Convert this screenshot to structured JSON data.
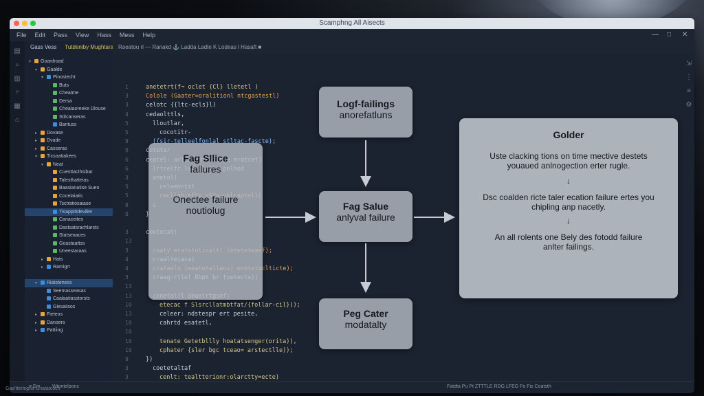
{
  "window": {
    "title": "Scamphng All Aisects"
  },
  "menu": [
    "File",
    "Edit",
    "Pass",
    "View",
    "Hass",
    "Mess",
    "Help"
  ],
  "window_controls": [
    "—",
    "□",
    "✕"
  ],
  "sidebar": {
    "header": [
      "Gass Vess",
      "Tutdeniby Mughtarar"
    ],
    "root": "Goardroad",
    "items": [
      {
        "label": "Gaalde",
        "depth": 1,
        "color": "#e8a33c",
        "chev": "▾"
      },
      {
        "label": "Pinostecht",
        "depth": 2,
        "color": "#3c8fe0",
        "chev": "▾"
      },
      {
        "label": "Buts",
        "depth": 3,
        "color": "#5fb86a",
        "chev": ""
      },
      {
        "label": "Cheatme",
        "depth": 3,
        "color": "#5fb86a",
        "chev": ""
      },
      {
        "label": "Dersa",
        "depth": 3,
        "color": "#5fb86a",
        "chev": ""
      },
      {
        "label": "Cheataoreeke Dlouse",
        "depth": 3,
        "color": "#5fb86a",
        "chev": ""
      },
      {
        "label": "Stitcanseras",
        "depth": 3,
        "color": "#5fb86a",
        "chev": ""
      },
      {
        "label": "Bantuss",
        "depth": 3,
        "color": "#3c8fe0",
        "chev": ""
      },
      {
        "label": "Dovase",
        "depth": 1,
        "color": "#e8a33c",
        "chev": "▸"
      },
      {
        "label": "Dvade",
        "depth": 1,
        "color": "#e8a33c",
        "chev": "▸"
      },
      {
        "label": "Casseras",
        "depth": 1,
        "color": "#e8a33c",
        "chev": "▸"
      },
      {
        "label": "Ticsoattakees",
        "depth": 1,
        "color": "#e8a33c",
        "chev": "▾"
      },
      {
        "label": "Neat",
        "depth": 2,
        "color": "#e8a33c",
        "chev": "▾"
      },
      {
        "label": "Cuesttacthsibar",
        "depth": 3,
        "color": "#e8a33c",
        "chev": ""
      },
      {
        "label": "Talesthatteias",
        "depth": 3,
        "color": "#e8a33c",
        "chev": ""
      },
      {
        "label": "Baasianatise Suen",
        "depth": 3,
        "color": "#e8a33c",
        "chev": ""
      },
      {
        "label": "Cocelaiatis",
        "depth": 3,
        "color": "#e8a33c",
        "chev": ""
      },
      {
        "label": "Tsctratiosaiase",
        "depth": 3,
        "color": "#e8a33c",
        "chev": ""
      },
      {
        "label": "Tisappittdevilite",
        "depth": 3,
        "color": "#3c8fe0",
        "chev": "",
        "selected": true
      },
      {
        "label": "Canaceites",
        "depth": 3,
        "color": "#5fb86a",
        "chev": ""
      },
      {
        "label": "Dastsatsrachlarsts",
        "depth": 3,
        "color": "#5fb86a",
        "chev": ""
      },
      {
        "label": "Statseaaces",
        "depth": 3,
        "color": "#5fb86a",
        "chev": ""
      },
      {
        "label": "Geastaattss",
        "depth": 3,
        "color": "#5fb86a",
        "chev": ""
      },
      {
        "label": "Uneestaraas",
        "depth": 3,
        "color": "#5fb86a",
        "chev": ""
      },
      {
        "label": "Hats",
        "depth": 2,
        "color": "#e8a33c",
        "chev": "▸"
      },
      {
        "label": "Ramigrt",
        "depth": 2,
        "color": "#3c8fe0",
        "chev": "▸"
      },
      {
        "label": "",
        "depth": 0,
        "color": "",
        "chev": ""
      },
      {
        "label": "Riatsteness",
        "depth": 1,
        "color": "#3c8fe0",
        "chev": "▾",
        "selected": true
      },
      {
        "label": "Seemasseasas",
        "depth": 2,
        "color": "#3c8fe0",
        "chev": ""
      },
      {
        "label": "Caalaatiasstorsts",
        "depth": 2,
        "color": "#3c8fe0",
        "chev": ""
      },
      {
        "label": "Giesaiisos",
        "depth": 2,
        "color": "#3c8fe0",
        "chev": ""
      },
      {
        "label": "Fieteos",
        "depth": 1,
        "color": "#e8a33c",
        "chev": "▸"
      },
      {
        "label": "Danoers",
        "depth": 1,
        "color": "#e8a33c",
        "chev": "▸"
      },
      {
        "label": "Pattiing",
        "depth": 1,
        "color": "#3c8fe0",
        "chev": "▸"
      }
    ]
  },
  "tabs": "Raeatou  rl  —  Ranakd  ⚓  Ladda  Ladte  K  Lodeas  l  Hasaft  ■",
  "code_lines": [
    {
      "ln": "1",
      "text": "anetetrt(f¬ oclet {Cl} lletetl )",
      "color": "#d9c98a",
      "indent": 0
    },
    {
      "ln": "3",
      "text": "Colole (Gaater=oralitionl ntcgastestl)",
      "color": "#e0a852",
      "indent": 0
    },
    {
      "ln": "3",
      "text": "celotc {{ltc-ecls}l)",
      "color": "#c9d1dc",
      "indent": 0
    },
    {
      "ln": "4",
      "text": "cedaolttls,",
      "color": "#c9d1dc",
      "indent": 0
    },
    {
      "ln": "5",
      "text": "lloutlar,",
      "color": "#c9d1dc",
      "indent": 1
    },
    {
      "ln": "5",
      "text": "cocotitr-",
      "color": "#c9d1dc",
      "indent": 2
    },
    {
      "ln": "9",
      "text": "({sir-telleelfonlal stltac-fascte);",
      "color": "#8ec6ff",
      "indent": 1
    },
    {
      "ln": "0",
      "text": "cetoter",
      "color": "#c9d1dc",
      "indent": 0
    },
    {
      "ln": "6",
      "text": "ceatel: arlen {afdutesne eratcet)",
      "color": "#c9d1dc",
      "indent": 0
    },
    {
      "ln": "6",
      "text": "lrtcelfc lel llally pelhed",
      "color": "#c9d1dc",
      "indent": 1
    },
    {
      "ln": "3",
      "text": "anetol(",
      "color": "#c9d1dc",
      "indent": 1
    },
    {
      "ln": "5",
      "text": "celaeortit",
      "color": "#c9d1dc",
      "indent": 2
    },
    {
      "ln": "5",
      "text": "cacllahiefty  =Stsicolraptel))",
      "color": "#f0b36a",
      "indent": 2
    },
    {
      "ln": "8",
      "text": "c",
      "color": "#c9d1dc",
      "indent": 1
    },
    {
      "ln": "9",
      "text": "}",
      "color": "#c9d1dc",
      "indent": 0
    },
    {
      "ln": "",
      "text": "",
      "color": "#c9d1dc",
      "indent": 0
    },
    {
      "ln": "3",
      "text": "coetecat(",
      "color": "#c9d1dc",
      "indent": 0
    },
    {
      "ln": "13",
      "text": "",
      "color": "#c9d1dc",
      "indent": 0
    },
    {
      "ln": "3",
      "text": "caaty eratotolicalt(  leteteteasf);",
      "color": "#e0a852",
      "indent": 1
    },
    {
      "ln": "4",
      "text": "craalteiaca(",
      "color": "#c9d1dc",
      "indent": 1
    },
    {
      "ln": "4",
      "text": "crafaelo (eeatetallacs) eretetaclticte);",
      "color": "#e0a852",
      "indent": 1
    },
    {
      "ln": "3",
      "text": "craag-rtlel  Bbpt  br toetecte))",
      "color": "#c9d1dc",
      "indent": 1
    },
    {
      "ln": "13",
      "text": "",
      "color": "#c9d1dc",
      "indent": 0
    },
    {
      "ln": "13",
      "text": "cenetel(l deaelrtgsef;",
      "color": "#c9d1dc",
      "indent": 1
    },
    {
      "ln": "10",
      "text": "etecac  f Slsrcllatmbtfat/{follar-cil}));",
      "color": "#d9c98a",
      "indent": 2
    },
    {
      "ln": "13",
      "text": "celeer:  ndstespr ert pesite,",
      "color": "#c9d1dc",
      "indent": 2
    },
    {
      "ln": "10",
      "text": "cahrtd  esatetl,",
      "color": "#c9d1dc",
      "indent": 2
    },
    {
      "ln": "10",
      "text": "",
      "color": "#c9d1dc",
      "indent": 0
    },
    {
      "ln": "10",
      "text": "tenate  Getetbllly hoatatsenger(orita)),",
      "color": "#d9c98a",
      "indent": 2
    },
    {
      "ln": "10",
      "text": "cphater  {sler bgc  tceao= arstectlle));",
      "color": "#d9c98a",
      "indent": 2
    },
    {
      "ln": "9",
      "text": "})",
      "color": "#c9d1dc",
      "indent": 0
    },
    {
      "ln": "3",
      "text": "coetetaltaf",
      "color": "#c9d1dc",
      "indent": 1
    },
    {
      "ln": "3",
      "text": "cenlt: tealtterionr:olarctty=ecte)",
      "color": "#d9c98a",
      "indent": 2
    }
  ],
  "diagram": {
    "box_left": {
      "title": "Fag Sllice",
      "lines": [
        "fallures",
        "Onectee failure",
        "noutiolug"
      ]
    },
    "box_top": {
      "title": "Logf-failings",
      "sub": "anorefatluns"
    },
    "box_mid": {
      "title": "Fag Salue",
      "sub": "anlyval failure"
    },
    "box_bottom": {
      "title": "Peg Cater",
      "sub": "modatalty"
    },
    "box_right": {
      "title": "Golder",
      "p1": "Uste clacking tions on time mective destets youaued anlnogection  erter rugle.",
      "p2": "Dsc coalden ricte taler ecation failure ertes you chipling anp nacetly.",
      "p3": "An all rolents one Bely des fotodd failure anlter failings."
    }
  },
  "status_left": [
    "≡ Em",
    "Wtontelpons"
  ],
  "status_left2": "Gaa'tterlegna Gnatatcoch",
  "status_right": "Fatdta Pu  Pt ZTTTLE RDG LFEG    Fo  Fis  Coatsth"
}
